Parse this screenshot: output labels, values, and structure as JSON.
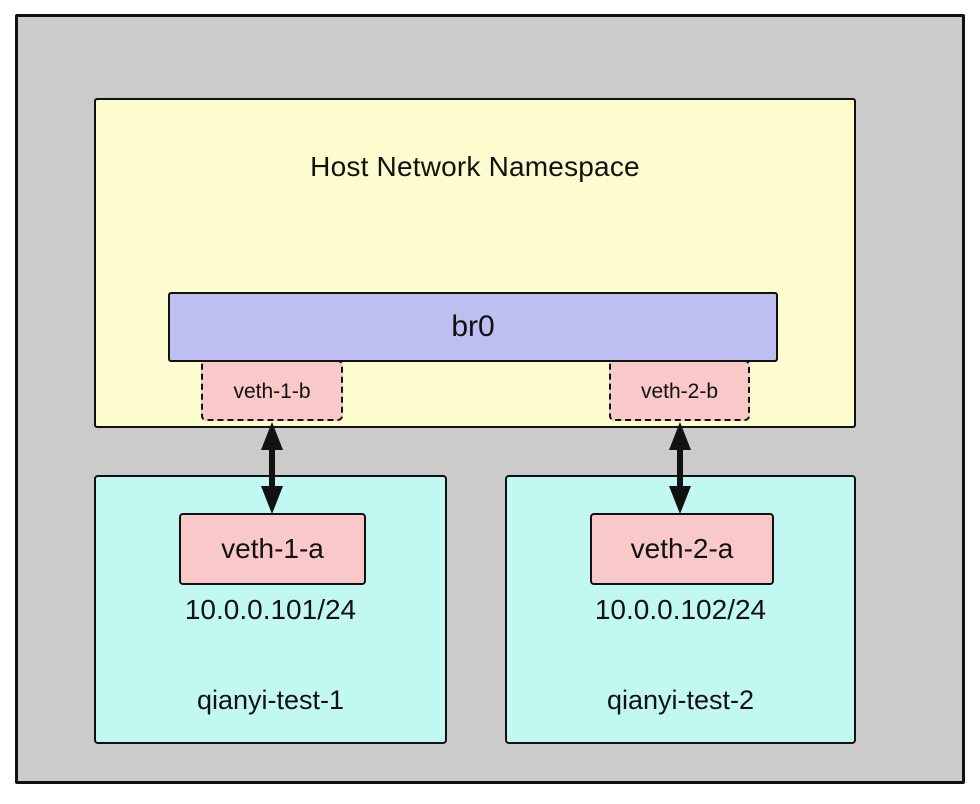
{
  "diagram": {
    "title": "Host Network Namespace",
    "host_namespace": {
      "title": "Host Network Namespace",
      "bridge": {
        "label": "br0"
      },
      "ports": [
        {
          "label": "veth-1-b"
        },
        {
          "label": "veth-2-b"
        }
      ]
    },
    "links": [
      {
        "from": "veth-1-b",
        "to": "veth-1-a",
        "style": "double-arrow"
      },
      {
        "from": "veth-2-b",
        "to": "veth-2-a",
        "style": "double-arrow"
      }
    ],
    "containers": [
      {
        "name": "qianyi-test-1",
        "veth_label": "veth-1-a",
        "ip": "10.0.0.101/24"
      },
      {
        "name": "qianyi-test-2",
        "veth_label": "veth-2-a",
        "ip": "10.0.0.102/24"
      }
    ],
    "colors": {
      "outer_bg": "#cbcbcb",
      "host_bg": "#fcfccf",
      "bridge_bg": "#bebef0",
      "veth_bg": "#f9c8c8",
      "container_bg": "#c2f8f2",
      "border_color": "#111111"
    }
  }
}
